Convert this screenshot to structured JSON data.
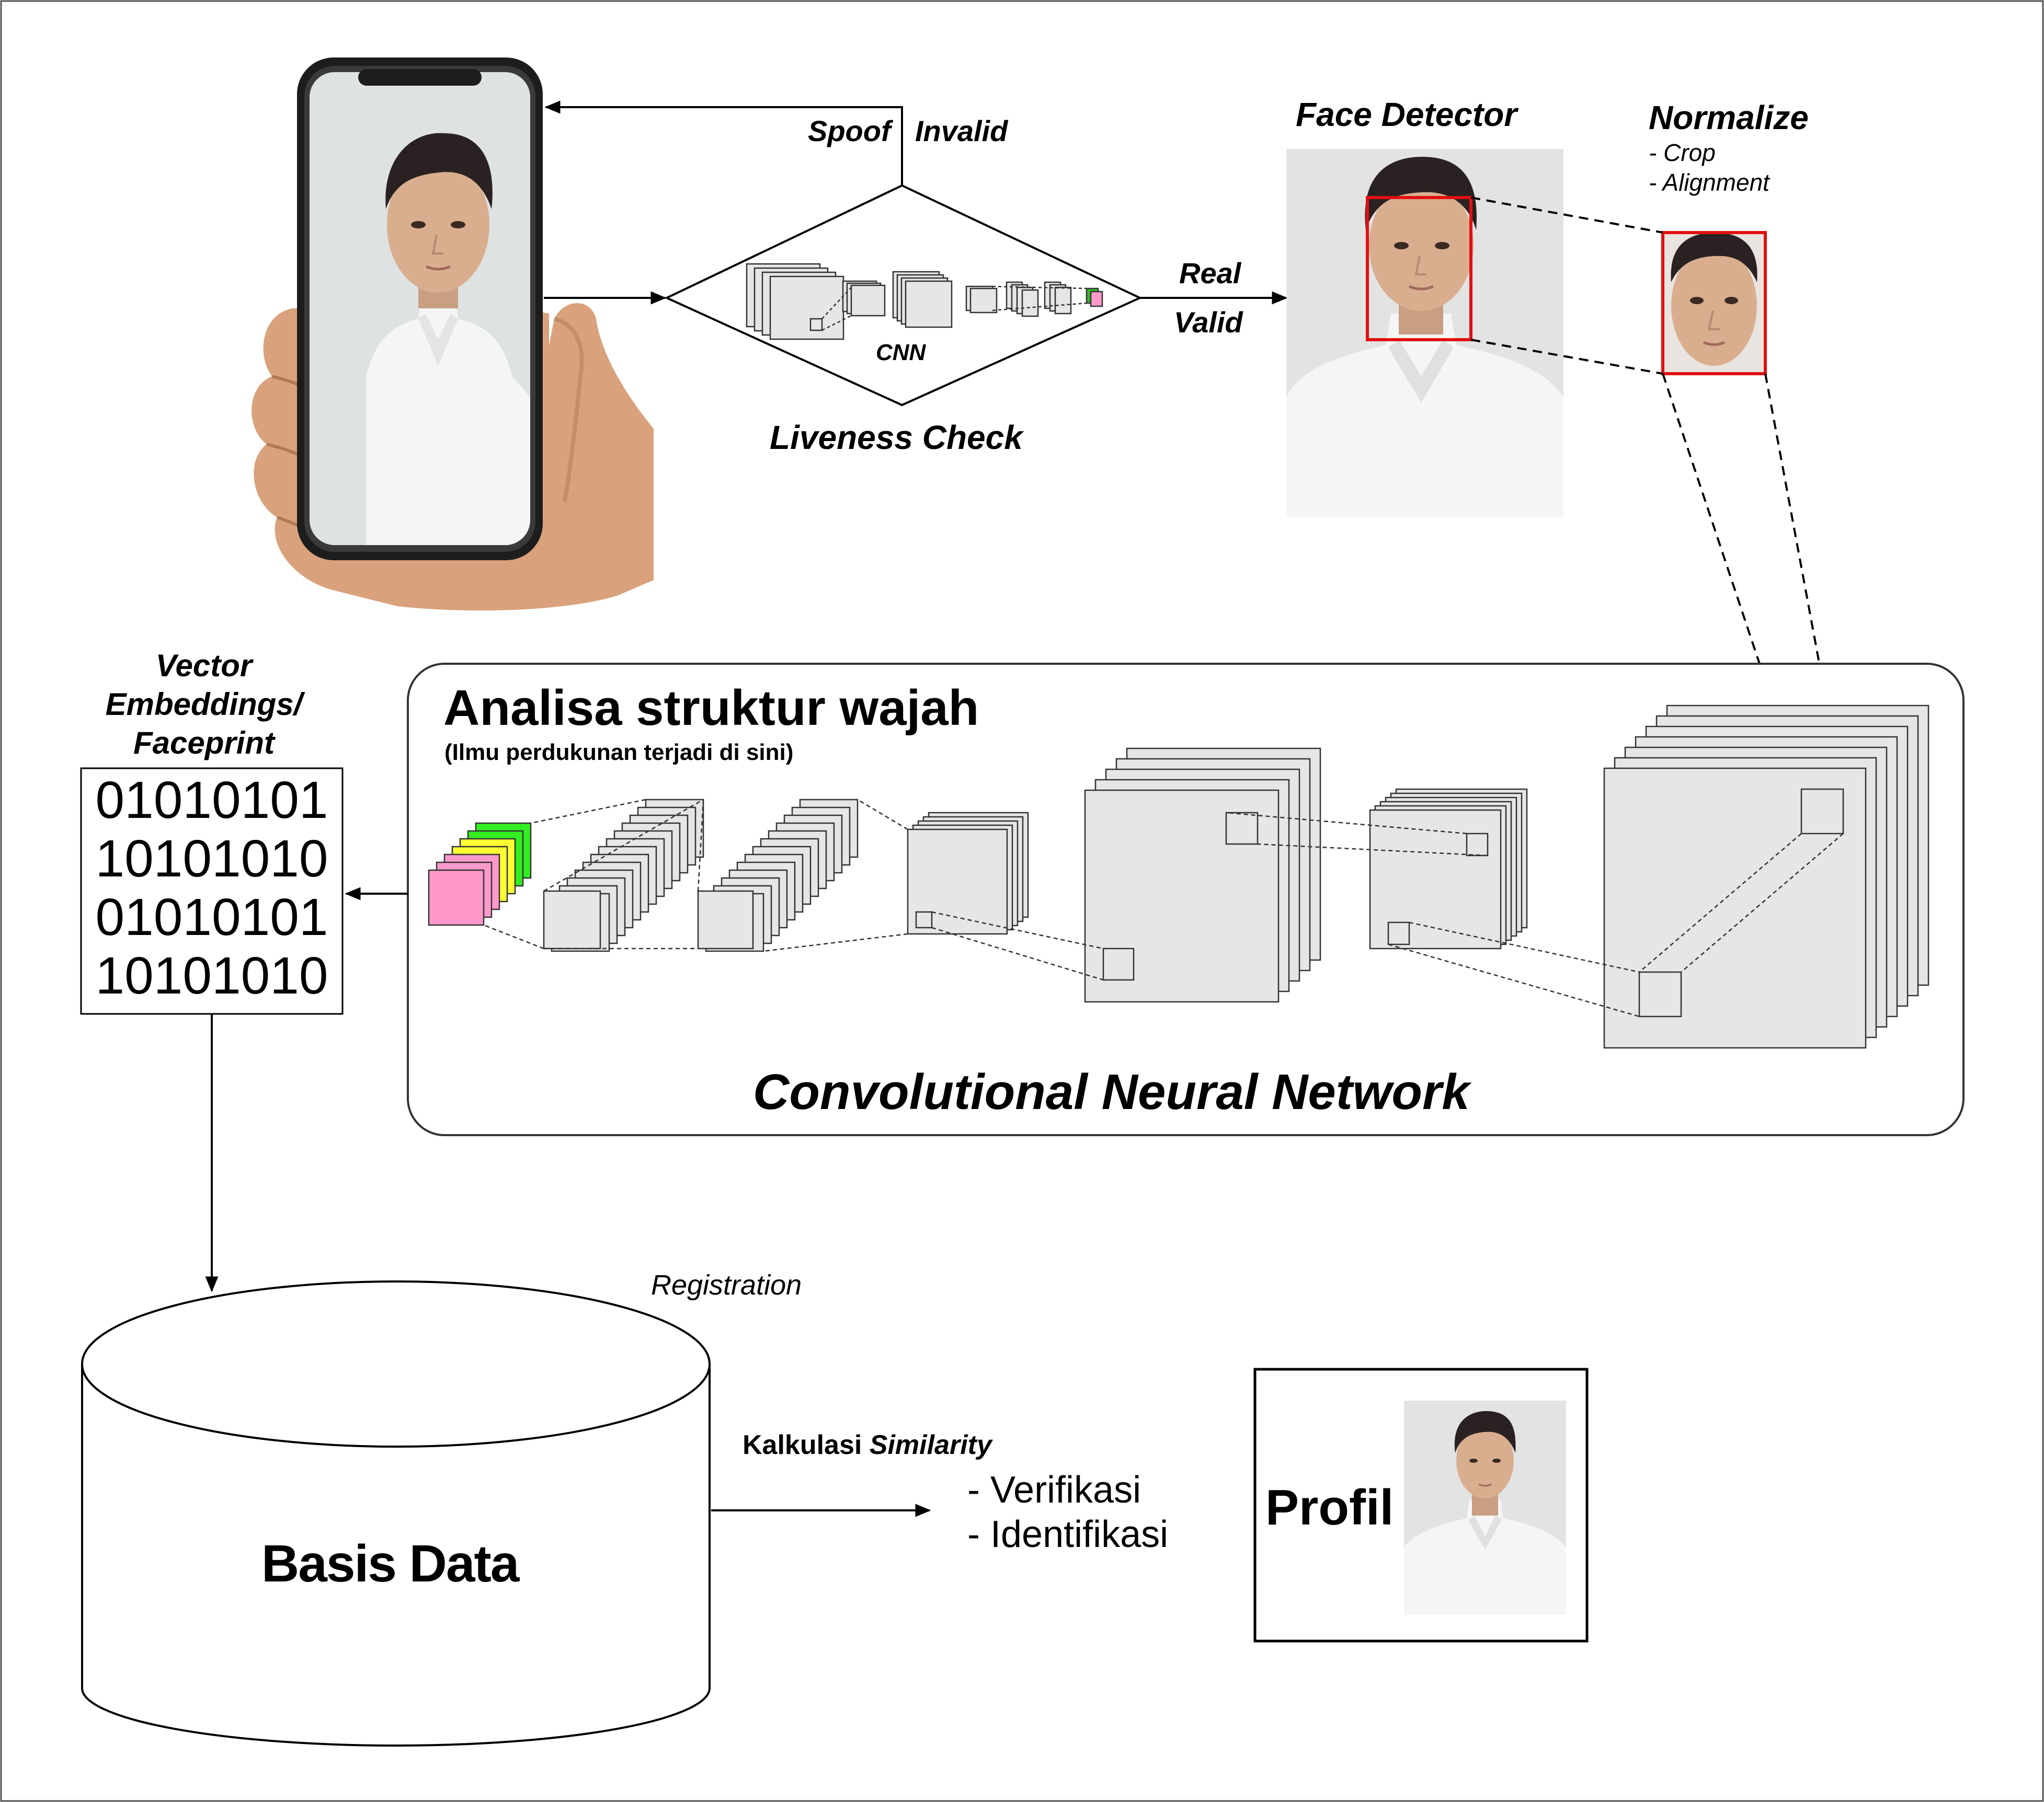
{
  "flow": {
    "spoof": "Spoof",
    "invalid": "Invalid",
    "real": "Real",
    "valid": "Valid",
    "cnn_small": "CNN",
    "liveness_check": "Liveness Check"
  },
  "face_detector": {
    "title": "Face Detector"
  },
  "normalize": {
    "title": "Normalize",
    "items": [
      "- Crop",
      "- Alignment"
    ]
  },
  "embeddings": {
    "title_lines": [
      "Vector",
      "Embeddings/",
      "Faceprint"
    ],
    "bits": [
      "01010101",
      "10101010",
      "01010101",
      "10101010"
    ]
  },
  "cnn_panel": {
    "title": "Analisa struktur wajah",
    "subtitle": "(Ilmu perdukunan terjadi di sini)",
    "caption": "Convolutional Neural Network"
  },
  "database": {
    "label": "Basis Data",
    "registration": "Registration"
  },
  "similarity": {
    "prefix": "Kalkulasi ",
    "emph": "Similarity",
    "items": [
      "- Verifikasi",
      "- Identifikasi"
    ]
  },
  "profile": {
    "label": "Profil"
  },
  "colors": {
    "line": "#000000",
    "panel_border": "#333333",
    "layer_fill": "#e6e6e6",
    "bbox_red": "#e01010",
    "feature_pink": "#ff99cc",
    "feature_yellow": "#ffff33",
    "feature_green": "#33ee22"
  }
}
